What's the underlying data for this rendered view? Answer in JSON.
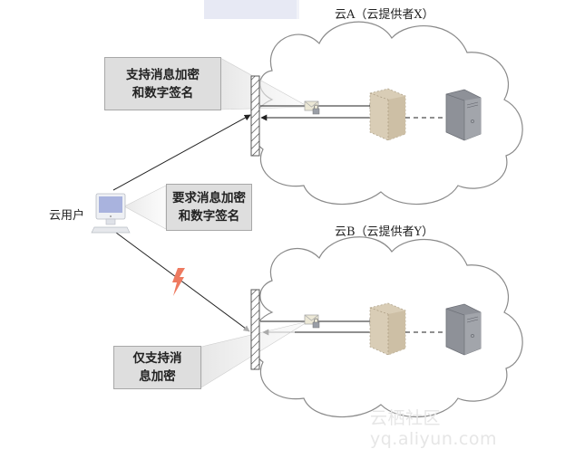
{
  "diagram": {
    "cloud_a": {
      "title": "云A（云提供者X）"
    },
    "cloud_b": {
      "title": "云B（云提供者Y）"
    },
    "user": {
      "label": "云用户"
    },
    "callouts": {
      "cloud_a_policy": {
        "line1": "支持消息加密",
        "line2": "和数字签名"
      },
      "user_requirement": {
        "line1": "要求消息加密",
        "line2": "和数字签名"
      },
      "cloud_b_policy": {
        "line1": "仅支持消",
        "line2": "息加密"
      }
    },
    "connections": [
      {
        "from": "云用户",
        "to": "云A",
        "status": "accepted"
      },
      {
        "from": "云用户",
        "to": "云B",
        "status": "rejected",
        "marker": "lightning-icon"
      }
    ],
    "colors": {
      "frontend_server": "#d9cdb6",
      "backend_server": "#8e9198",
      "lightning": "#ee7a60",
      "callout_fill": "#dedede"
    }
  },
  "watermark": "云栖社区 yq.aliyun.com"
}
